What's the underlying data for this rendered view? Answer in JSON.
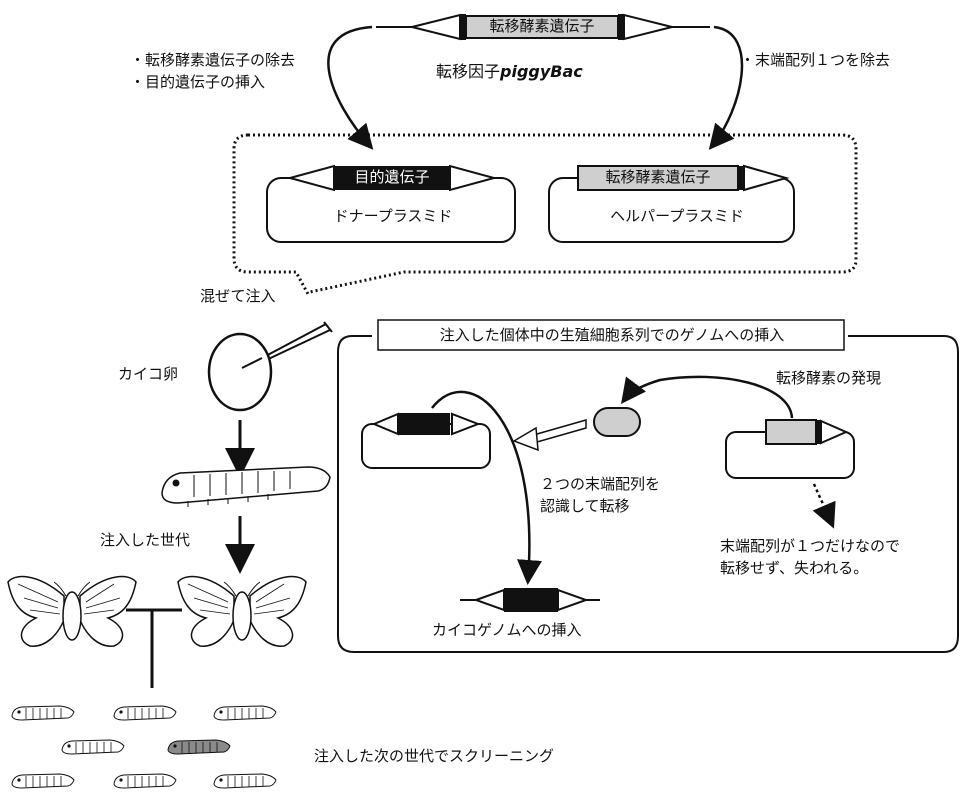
{
  "top": {
    "transposase_gene": "転移酵素遺伝子",
    "transposon_prefix": "転移因子",
    "transposon_name": "piggyBac"
  },
  "left_arrow_notes": [
    "・転移酵素遺伝子の除去",
    "・目的遺伝子の挿入"
  ],
  "right_arrow_note": "・末端配列１つを除去",
  "donor": {
    "gene_label": "目的遺伝子",
    "plasmid_label": "ドナープラスミド"
  },
  "helper": {
    "gene_label": "転移酵素遺伝子",
    "plasmid_label": "ヘルパープラスミド"
  },
  "mix_inject": "混ぜて注入",
  "silkworm_egg": "カイコ卵",
  "injected_generation": "注入した世代",
  "next_generation_screening": "注入した次の世代でスクリーニング",
  "panel": {
    "title": "注入した個体中の生殖細胞系列でのゲノムへの挿入",
    "enzyme_expression": "転移酵素の発現",
    "recognition": [
      "２つの末端配列を",
      "認識して転移"
    ],
    "lost": [
      "末端配列が１つだけなので",
      "転移せず、失われる。"
    ],
    "genome_insertion": "カイコゲノムへの挿入"
  },
  "colors": {
    "gene_black": "#111111",
    "gene_gray": "#cfcfcf",
    "line": "#111111",
    "larva_highlight": "#8a8a8a"
  }
}
